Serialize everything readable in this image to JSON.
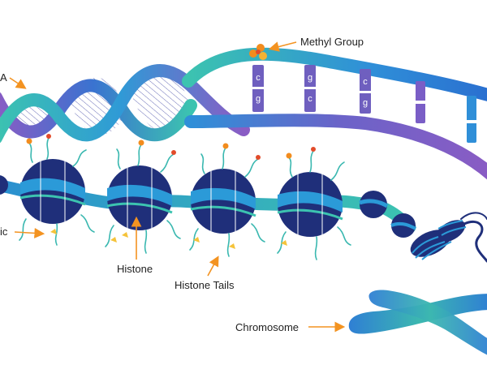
{
  "labels": {
    "dna": "A",
    "methyl_group": "Methyl Group",
    "epigenetic": "ic",
    "histone": "Histone",
    "histone_tails": "Histone Tails",
    "chromosome": "Chromosome"
  },
  "base_pairs": [
    {
      "top": "c",
      "bottom": "g"
    },
    {
      "top": "g",
      "bottom": "c"
    },
    {
      "top": "c",
      "bottom": "g"
    }
  ],
  "colors": {
    "arrow": "#f39321",
    "helix_teal": "#3cc3b0",
    "helix_purple": "#8a5cc4",
    "helix_blue": "#2f7fd4",
    "nucleosome_core": "#1f2f7a",
    "nucleosome_band": "#2b9ad8",
    "strand_teal": "#3ab8b0",
    "methyl": "#f28c1e"
  }
}
